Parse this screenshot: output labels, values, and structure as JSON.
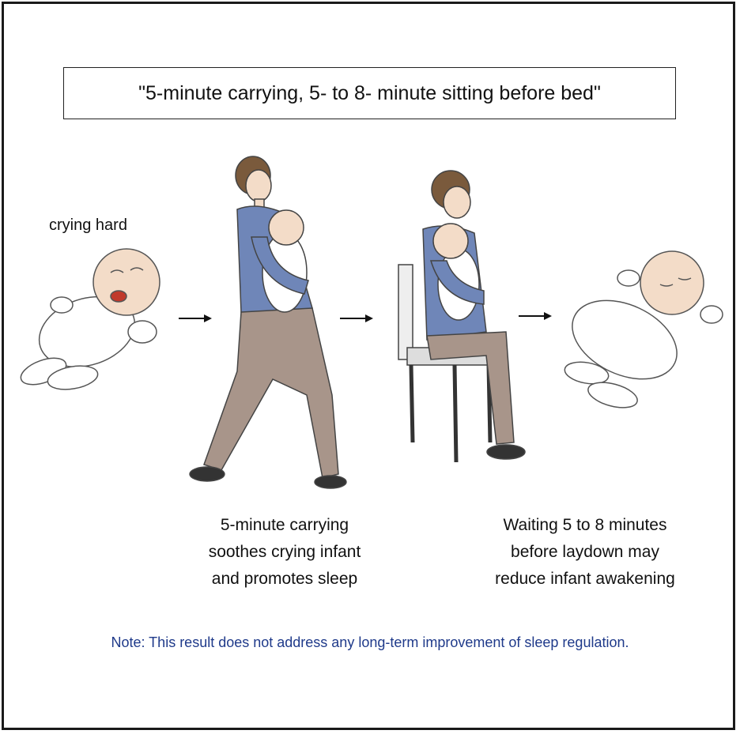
{
  "title": "\"5-minute carrying, 5- to 8- minute sitting before bed\"",
  "steps": {
    "crying_label": "crying hard",
    "carrying_caption": [
      "5-minute carrying",
      "soothes crying infant",
      "and promotes sleep"
    ],
    "waiting_caption": [
      "Waiting 5 to 8 minutes",
      "before laydown may",
      "reduce infant awakening"
    ]
  },
  "note": "Note: This result does not address any long-term improvement of sleep regulation.",
  "colors": {
    "note_text": "#1f3a8a",
    "shirt": "#6f86b8",
    "trousers": "#a8958a",
    "hair": "#7a5a3c",
    "skin": "#f3dcc8",
    "onesie": "#ffffff"
  }
}
